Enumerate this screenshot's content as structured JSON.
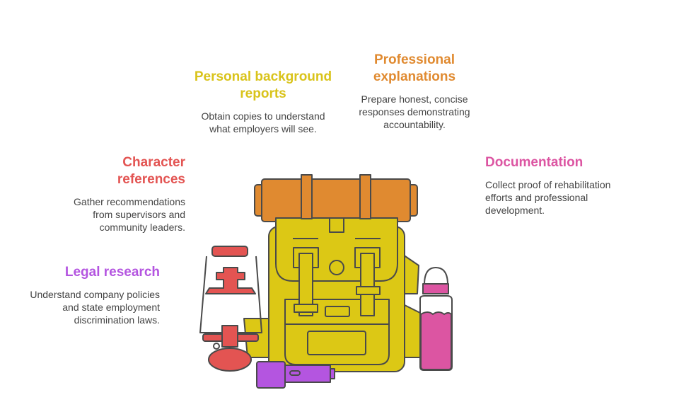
{
  "colors": {
    "personal": "#d9c31a",
    "professional": "#e08a30",
    "character": "#e35452",
    "documentation": "#dc55a2",
    "legal": "#b455e0"
  },
  "items": [
    {
      "id": "personal",
      "title": "Personal background reports",
      "description": "Obtain copies to understand what employers will see."
    },
    {
      "id": "professional",
      "title": "Professional explanations",
      "description": "Prepare honest, concise responses demonstrating accountability."
    },
    {
      "id": "character",
      "title": "Character references",
      "description": "Gather recommendations from supervisors and community leaders."
    },
    {
      "id": "documentation",
      "title": "Documentation",
      "description": "Collect proof of rehabilitation efforts and professional development."
    },
    {
      "id": "legal",
      "title": "Legal research",
      "description": "Understand company policies and state employment discrimination laws."
    }
  ]
}
